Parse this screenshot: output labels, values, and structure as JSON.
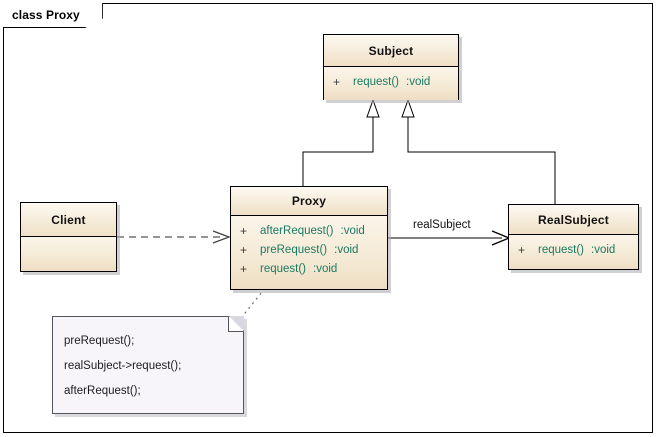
{
  "frame": {
    "label": "class Proxy"
  },
  "classes": [
    {
      "id": "subject",
      "name": "Subject",
      "members": [
        {
          "visibility": "+",
          "name": "request()",
          "type": ":void"
        }
      ]
    },
    {
      "id": "proxy",
      "name": "Proxy",
      "members": [
        {
          "visibility": "+",
          "name": "afterRequest()",
          "type": ":void"
        },
        {
          "visibility": "+",
          "name": "preRequest()",
          "type": ":void"
        },
        {
          "visibility": "+",
          "name": "request()",
          "type": ":void"
        }
      ]
    },
    {
      "id": "realsubject",
      "name": "RealSubject",
      "members": [
        {
          "visibility": "+",
          "name": "request()",
          "type": ":void"
        }
      ]
    },
    {
      "id": "client",
      "name": "Client",
      "members": []
    }
  ],
  "edges": {
    "association_label": "realSubject"
  },
  "note": {
    "lines": [
      "preRequest();",
      "realSubject->request();",
      "afterRequest();"
    ]
  },
  "colors": {
    "class_fill": "#f3e7d0",
    "class_border": "#000000",
    "member_text": "#1b7a63",
    "note_fill": "#f7f5fa",
    "frame_border": "#000000"
  }
}
